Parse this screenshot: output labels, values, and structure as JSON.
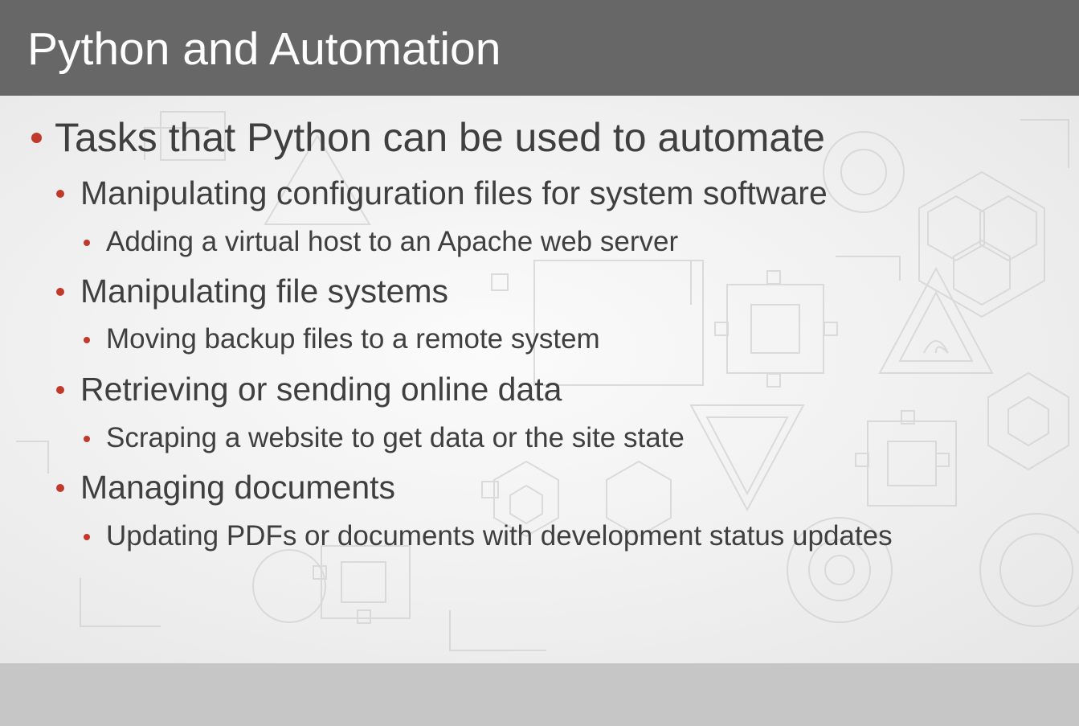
{
  "slide": {
    "title": "Python and Automation",
    "bullets": {
      "b0": "Tasks that Python can be used to automate",
      "b1": "Manipulating configuration files for system software",
      "b2": "Adding a virtual host to an Apache web server",
      "b3": "Manipulating file systems",
      "b4": "Moving backup files to a remote system",
      "b5": "Retrieving or sending online data",
      "b6": "Scraping a website to get data or the site state",
      "b7": "Managing documents",
      "b8": "Updating PDFs or documents with development status updates"
    }
  },
  "colors": {
    "title_bar": "#676767",
    "title_text": "#ffffff",
    "body_text": "#3f3f3f",
    "bullet_accent": "#c0392b",
    "footer_bar": "#c6c6c6"
  }
}
